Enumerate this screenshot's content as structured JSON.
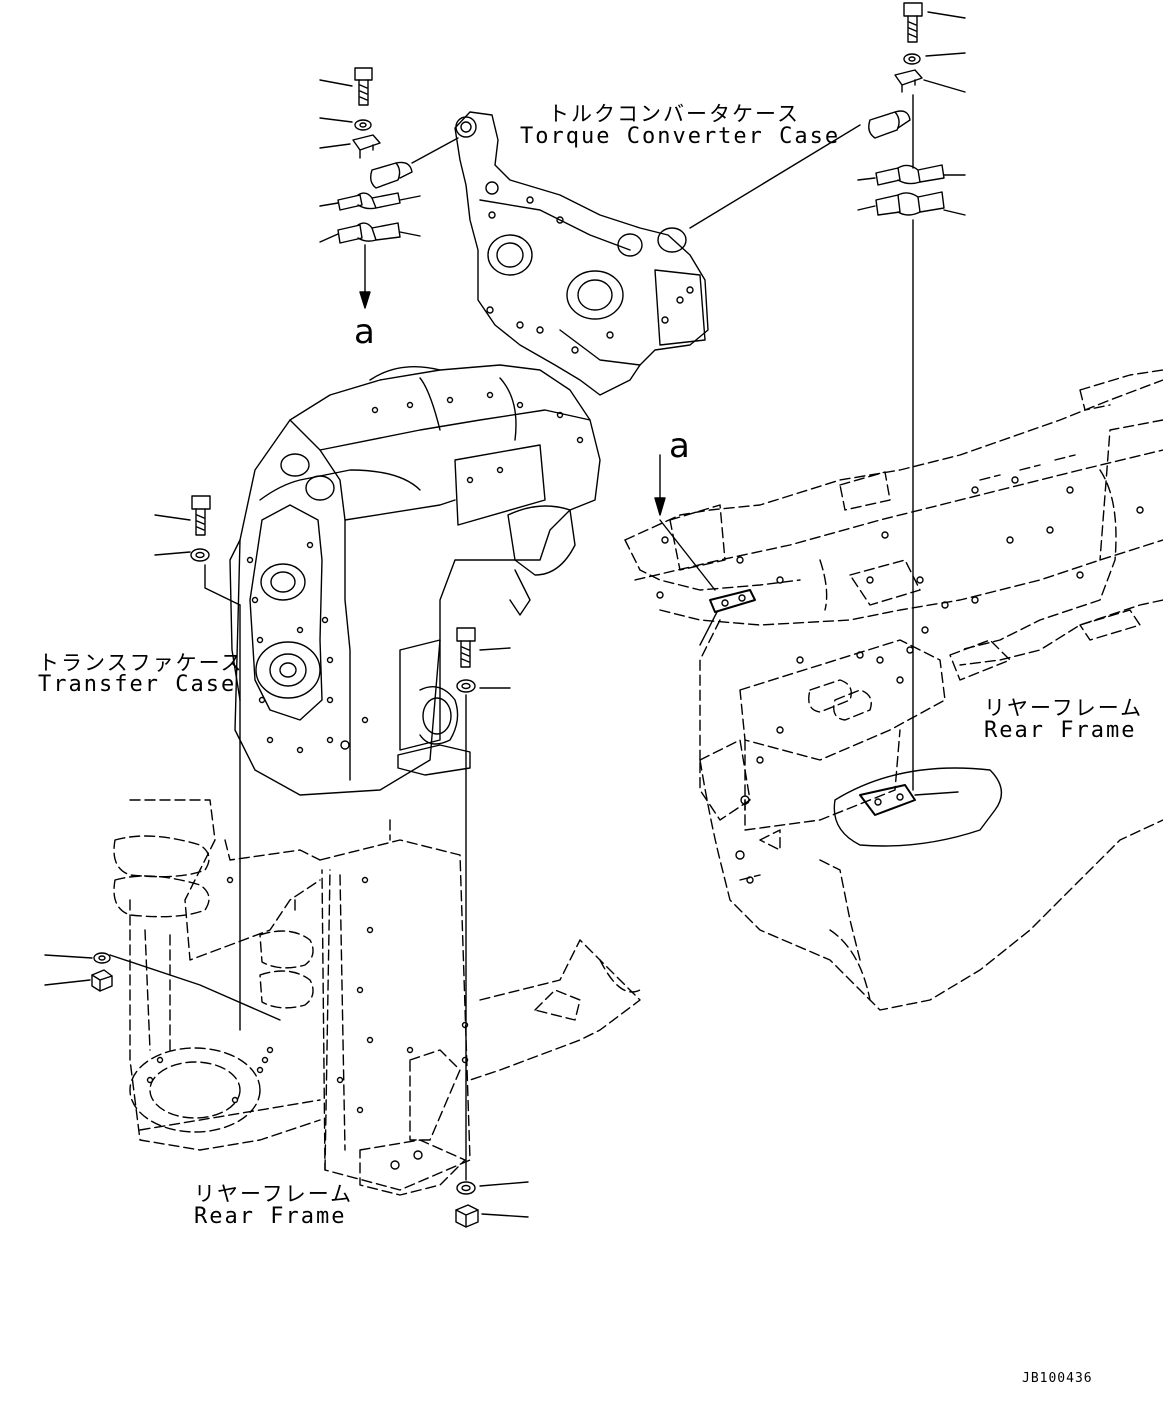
{
  "labels": {
    "torque_converter_case": {
      "jp": "トルクコンバータケース",
      "en": "Torque Converter Case"
    },
    "transfer_case": {
      "jp": "トランスファケース",
      "en": "Transfer Case"
    },
    "rear_frame_right": {
      "jp": "リヤーフレーム",
      "en": "Rear Frame"
    },
    "rear_frame_bottom": {
      "jp": "リヤーフレーム",
      "en": "Rear Frame"
    }
  },
  "view_markers": {
    "top": "a",
    "mid": "a"
  },
  "drawing_code": "JB100436"
}
